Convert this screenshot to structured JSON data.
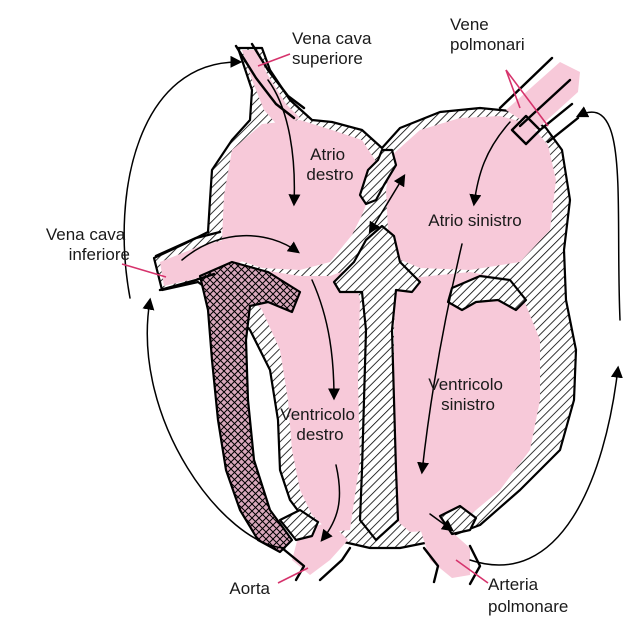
{
  "labels": {
    "vena_cava_superiore": [
      "Vena cava",
      "superiore"
    ],
    "vene_polmonari": [
      "Vene",
      "polmonari"
    ],
    "vena_cava_inferiore": [
      "Vena cava",
      "inferiore"
    ],
    "atrio_destro": [
      "Atrio",
      "destro"
    ],
    "atrio_sinistro": [
      "Atrio sinistro"
    ],
    "ventricolo_destro": [
      "Ventricolo",
      "destro"
    ],
    "ventricolo_sinistro": [
      "Ventricolo",
      "sinistro"
    ],
    "aorta": [
      "Aorta"
    ],
    "arteria_polmonare": [
      "Arteria",
      "polmonare"
    ]
  },
  "colors": {
    "blood": "#f7c9d9",
    "leader": "#d6336c",
    "outline": "#000000"
  }
}
